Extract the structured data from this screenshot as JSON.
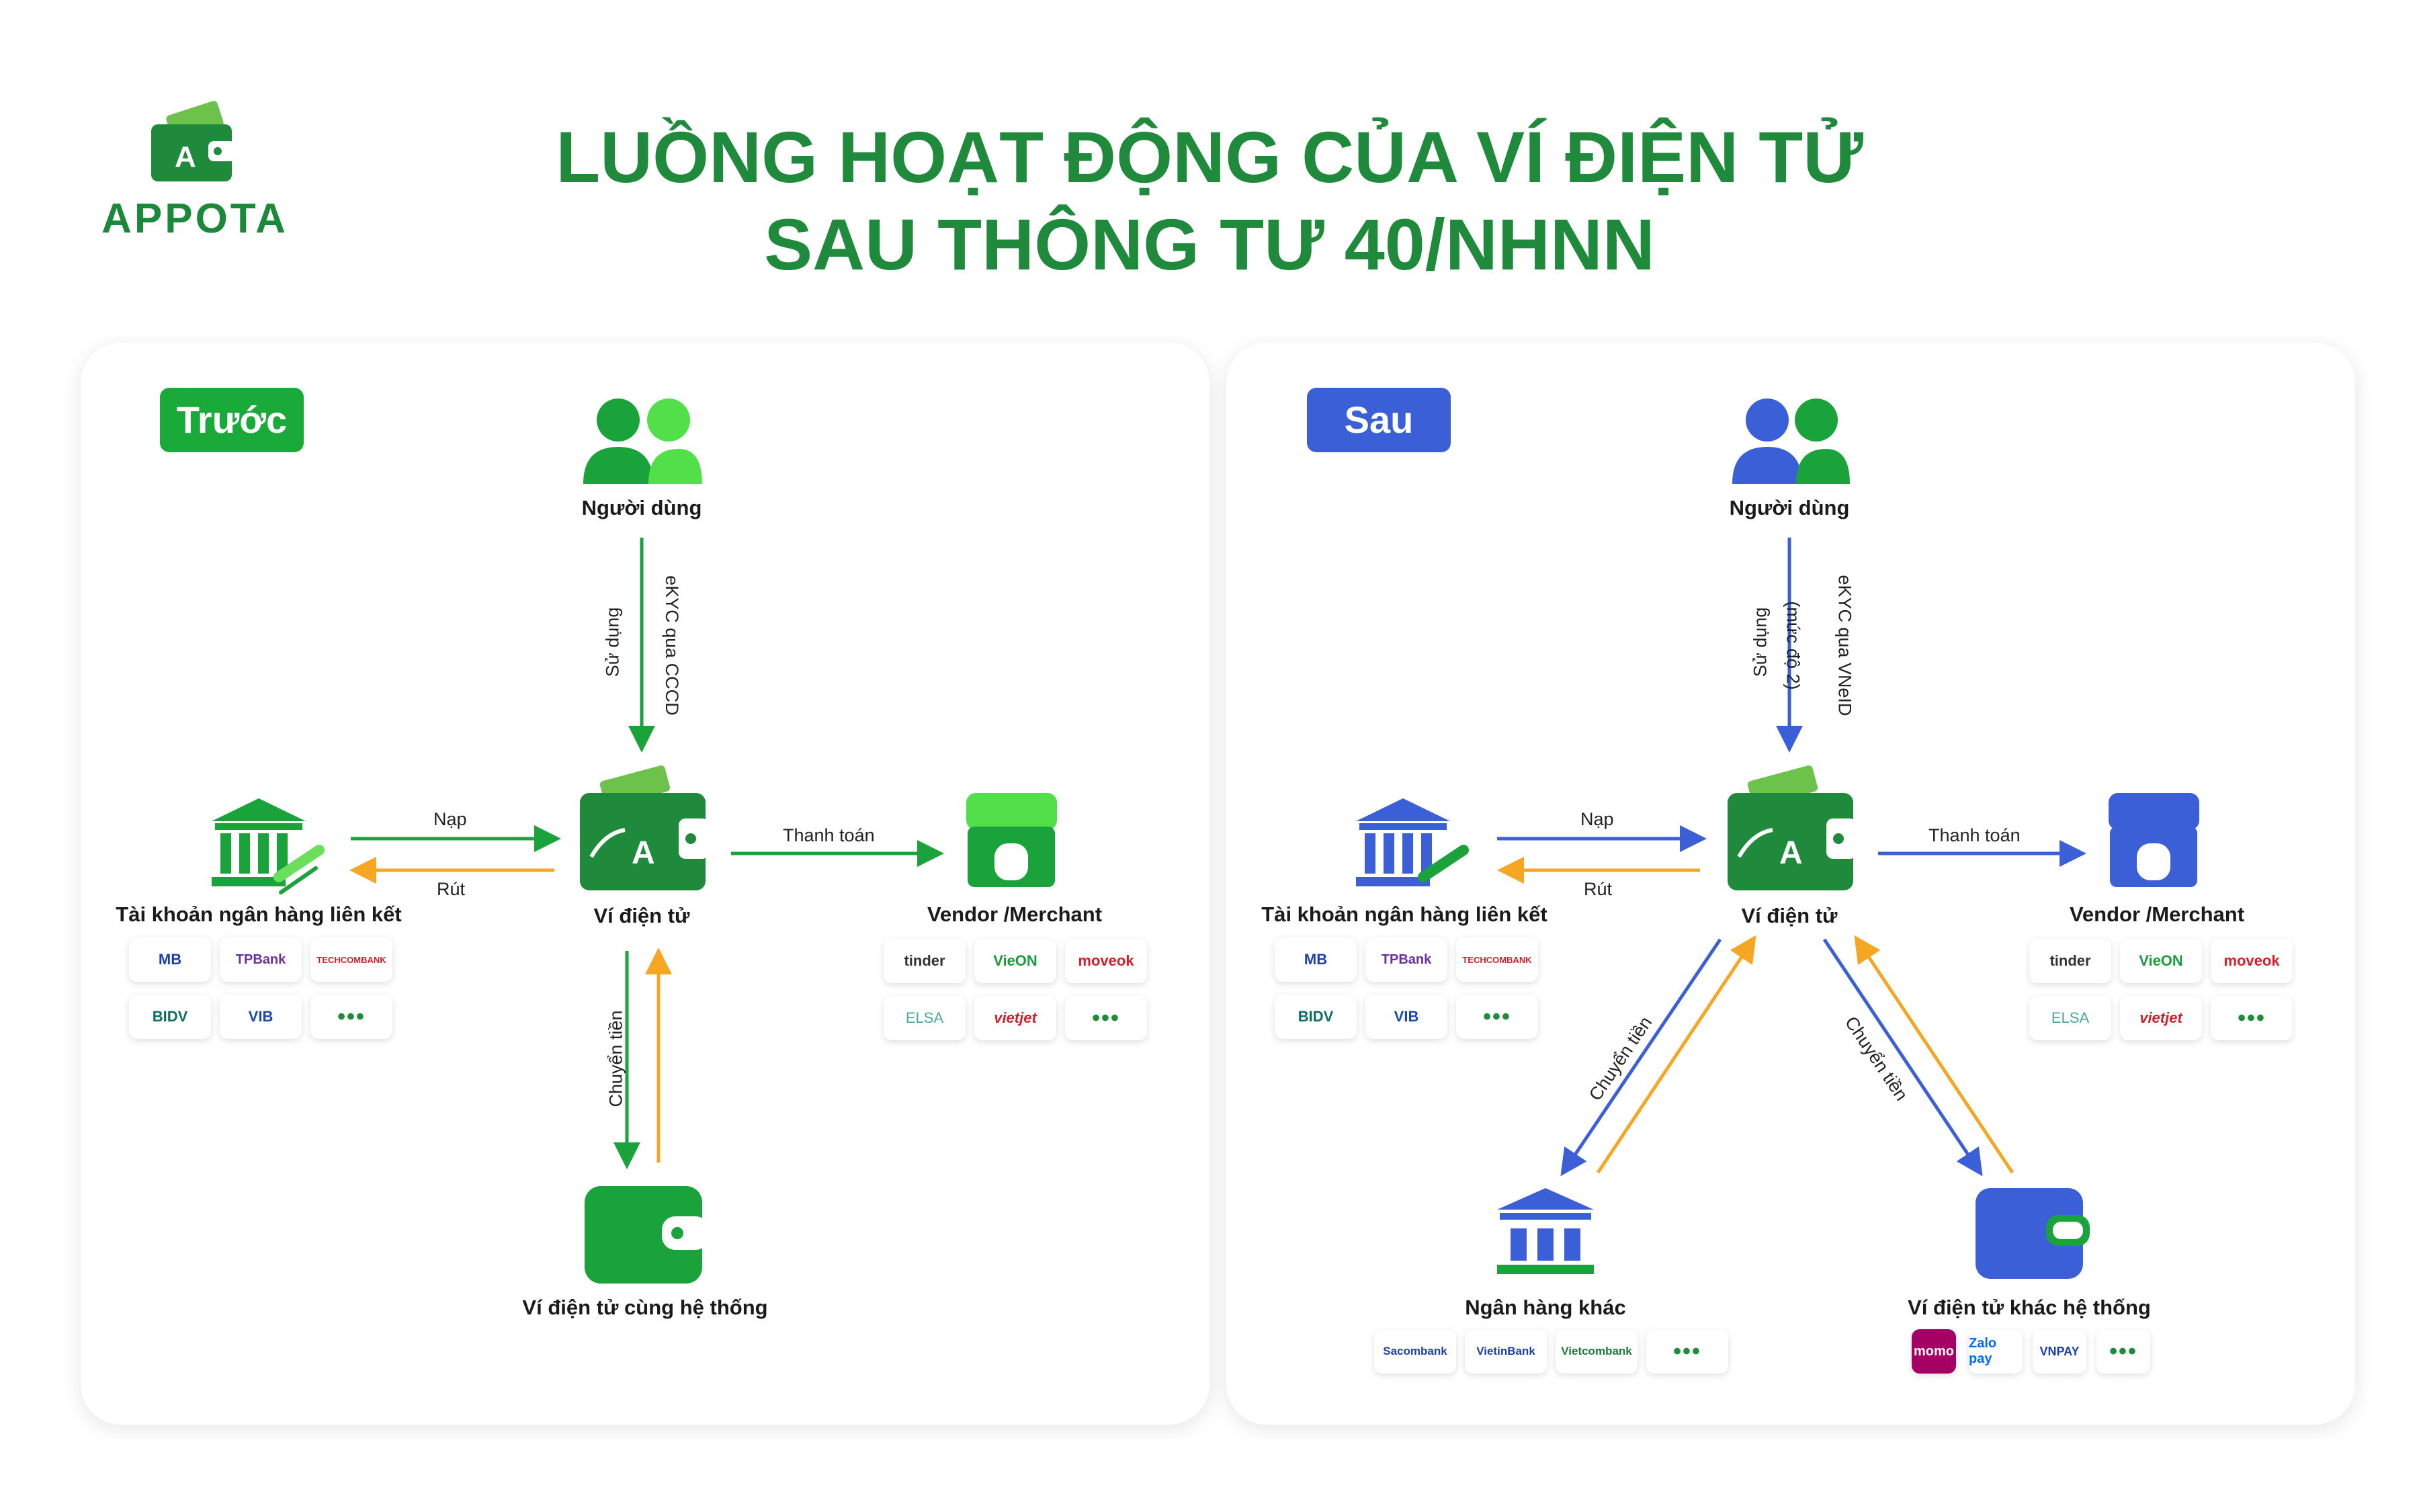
{
  "brand": {
    "logo_text": "APPOTA",
    "green": "#1f8a3c",
    "blue": "#3b5fd6",
    "orange": "#f5a623"
  },
  "title": {
    "line1": "LUỒNG HOẠT ĐỘNG CỦA VÍ ĐIỆN TỬ",
    "line2": "SAU THÔNG TƯ 40/NHNN"
  },
  "before": {
    "badge": "Trước",
    "user": "Người dùng",
    "use": "Sử dụng",
    "ekyc": "eKYC qua CCCD",
    "bank_label": "Tài khoản ngân hàng liên kết",
    "nap": "Nạp",
    "rut": "Rút",
    "wallet": "Ví điện tử",
    "pay": "Thanh toán",
    "vendor": "Vendor /Merchant",
    "transfer": "Chuyển tiền",
    "same_wallet": "Ví điện tử cùng hệ thống",
    "banks": [
      "MB",
      "TPBank",
      "TECHCOMBANK",
      "BIDV",
      "VIB",
      "•••"
    ],
    "merchants": [
      "tinder",
      "VieON",
      "moveok",
      "ELSA",
      "vietjet",
      "•••"
    ]
  },
  "after": {
    "badge": "Sau",
    "user": "Người dùng",
    "use": "Sử dụng",
    "ekyc_line1": "eKYC qua VNeID",
    "ekyc_line2": "(mức độ 2)",
    "bank_label": "Tài khoản ngân hàng liên kết",
    "nap": "Nạp",
    "rut": "Rút",
    "wallet": "Ví điện tử",
    "pay": "Thanh toán",
    "vendor": "Vendor /Merchant",
    "transfer_left": "Chuyển tiền",
    "transfer_right": "Chuyển tiền",
    "other_bank": "Ngân hàng khác",
    "other_wallet": "Ví điện tử khác hệ thống",
    "banks": [
      "MB",
      "TPBank",
      "TECHCOMBANK",
      "BIDV",
      "VIB",
      "•••"
    ],
    "merchants": [
      "tinder",
      "VieON",
      "moveok",
      "ELSA",
      "vietjet",
      "•••"
    ],
    "other_banks": [
      "Sacombank",
      "VietinBank",
      "Vietcombank",
      "•••"
    ],
    "other_wallets": [
      "momo",
      "Zalo pay",
      "VNPAY",
      "•••"
    ]
  }
}
